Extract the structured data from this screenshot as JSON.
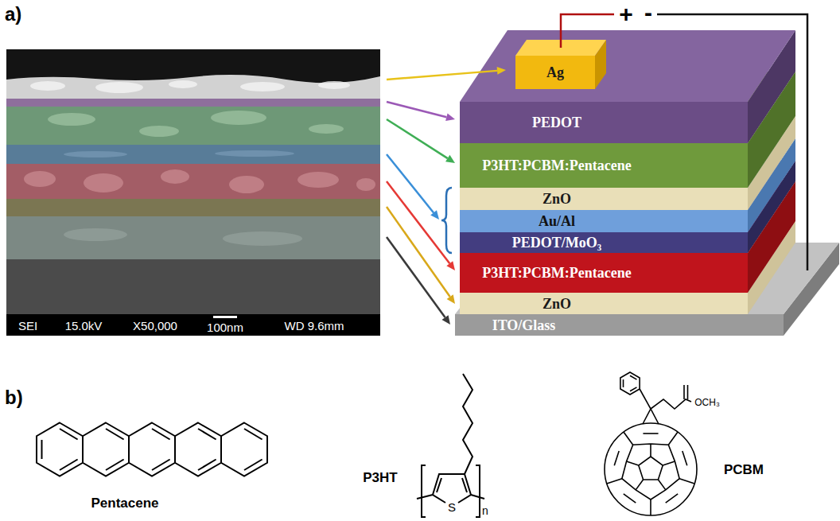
{
  "diagram": {
    "nodes": [
      {
        "text": [
          "Ag"
        ]
      },
      {
        "text": [
          "PEDOT"
        ]
      },
      {
        "text": [
          "P3HT:PCBM:Pentacene"
        ]
      },
      {
        "text": [
          "ZnO"
        ]
      },
      {
        "text": [
          "Au/Al"
        ]
      },
      {
        "text": [
          "PEDOT/MoO₃"
        ]
      },
      {
        "text": [
          "P3HT:PCBM:Pentacene"
        ]
      },
      {
        "text": [
          "ZnO"
        ]
      },
      {
        "text": [
          "ITO/Glass"
        ]
      }
    ],
    "labels": [
      "a)",
      "SEI",
      "15.0kV",
      "X50,000",
      "100nm",
      "WD 9.6mm",
      "+",
      "-",
      "b)",
      "Pentacene",
      "P3HT",
      "S",
      "n",
      "PCBM",
      "OCH₃"
    ]
  }
}
